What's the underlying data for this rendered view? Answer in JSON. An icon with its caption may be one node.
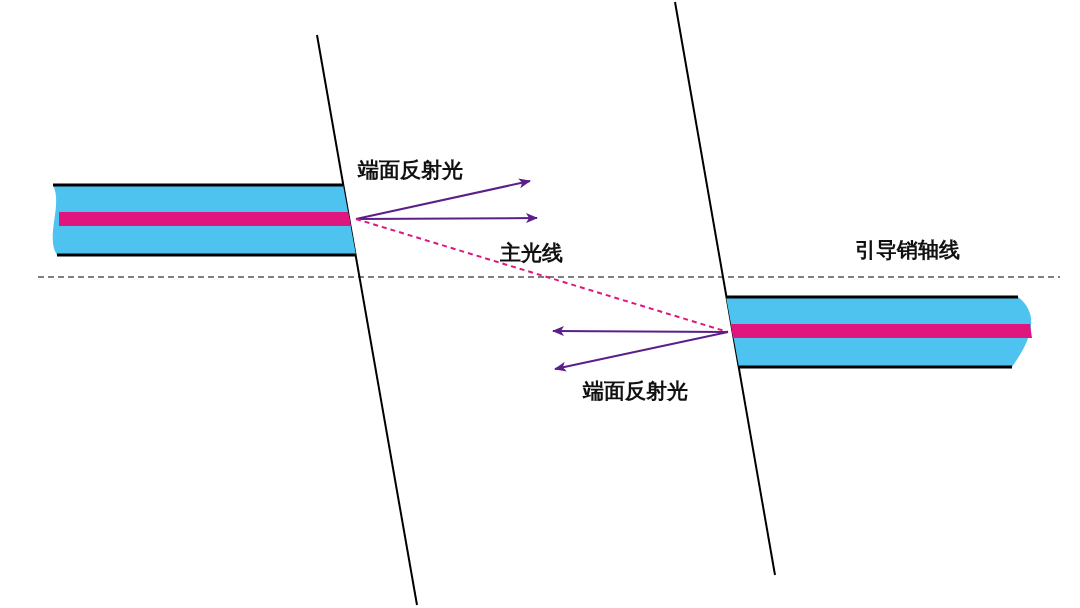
{
  "diagram": {
    "nodes": [
      {
        "text": [],
        "shape": "bar"
      },
      {
        "text": [],
        "shape": "bar"
      }
    ],
    "edges": [
      {
        "from": 0,
        "to": null,
        "arrow": "to"
      },
      {
        "from": 0,
        "to": null,
        "arrow": "to"
      },
      {
        "from": 0,
        "to": 1,
        "arrow": "none",
        "label": "主光线",
        "style": "dashed",
        "color": "#e0167f"
      },
      {
        "from": 1,
        "to": null,
        "arrow": "to"
      },
      {
        "from": 1,
        "to": null,
        "arrow": "to"
      }
    ],
    "labels": [
      "端面反射光",
      "引导销轴线",
      "端面反射光"
    ]
  }
}
